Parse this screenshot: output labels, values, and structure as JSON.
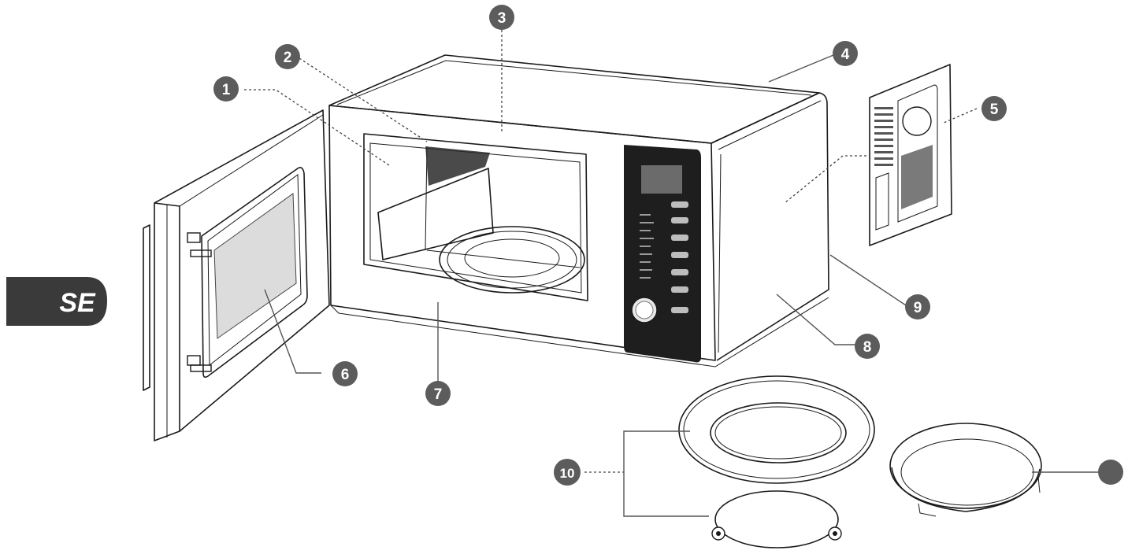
{
  "region_badge": {
    "text": "SE",
    "color": "#3a3a3a"
  },
  "callouts": [
    {
      "id": "1",
      "label": "1"
    },
    {
      "id": "2",
      "label": "2"
    },
    {
      "id": "3",
      "label": "3"
    },
    {
      "id": "4",
      "label": "4"
    },
    {
      "id": "5",
      "label": "5"
    },
    {
      "id": "6",
      "label": "6"
    },
    {
      "id": "7",
      "label": "7"
    },
    {
      "id": "8",
      "label": "8"
    },
    {
      "id": "9",
      "label": "9"
    },
    {
      "id": "10",
      "label": "10"
    },
    {
      "id": "11",
      "label": ""
    }
  ],
  "colors": {
    "callout_badge": "#5c5c5c",
    "line_art": "#1a1a1a",
    "background": "#ffffff"
  }
}
